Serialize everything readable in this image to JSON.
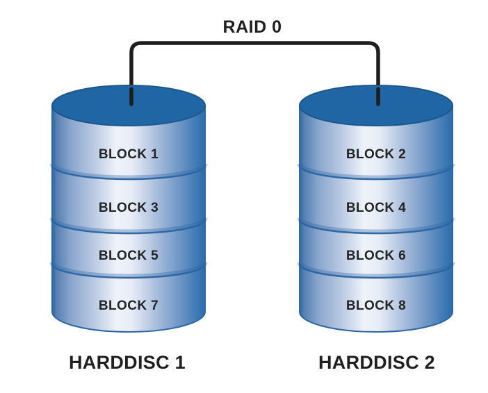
{
  "title": "RAID 0",
  "disks": [
    {
      "name": "HARDDISC 1",
      "blocks": [
        "BLOCK 1",
        "BLOCK 3",
        "BLOCK 5",
        "BLOCK 7"
      ]
    },
    {
      "name": "HARDDISC 2",
      "blocks": [
        "BLOCK 2",
        "BLOCK 4",
        "BLOCK 6",
        "BLOCK 8"
      ]
    }
  ],
  "colors": {
    "background": "#ffffff",
    "connector": "#1e1e1e",
    "disk_top": "#2166a4",
    "disk_top_rim": "#1c578e",
    "disk_edge_dark": "#36679f",
    "disk_edge_right": "#2d6cab",
    "disk_highlight": "#f0f3fa",
    "separator": "#2b64a3",
    "text": "#1f1f1f"
  }
}
